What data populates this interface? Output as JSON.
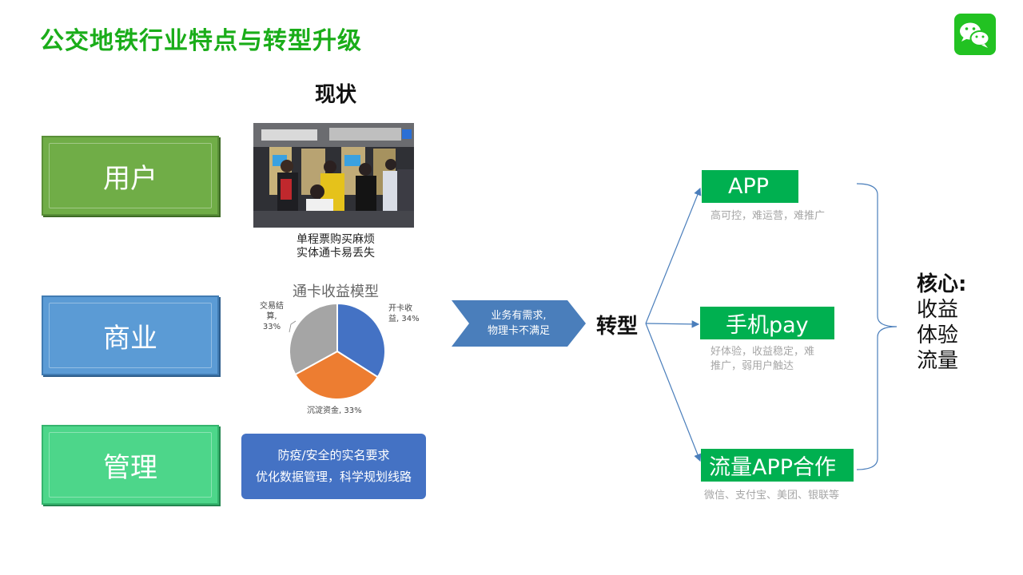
{
  "title": "公交地铁行业特点与转型升级",
  "logo": {
    "icon": "wechat-icon",
    "color": "#22c222"
  },
  "status_heading": "现状",
  "categories": [
    {
      "label": "用户",
      "color": "#70ad47"
    },
    {
      "label": "商业",
      "color": "#5b9bd5"
    },
    {
      "label": "管理",
      "color": "#4dd68a"
    }
  ],
  "photo_caption": {
    "line1": "单程票购买麻烦",
    "line2": "实体通卡易丢失"
  },
  "chart_data": {
    "type": "pie",
    "title": "通卡收益模型",
    "slices": [
      {
        "label_line1": "开卡收",
        "label_line2": "益, 34%",
        "value": 34,
        "color": "#4472c4"
      },
      {
        "label_line1": "沉淀资金, 33%",
        "label_line2": "",
        "value": 33,
        "color": "#ed7d31"
      },
      {
        "label_line1": "交易结",
        "label_line2": "算,",
        "label_line3": "33%",
        "value": 33,
        "color": "#a5a5a5"
      }
    ]
  },
  "requirements": {
    "line1": "防疫/安全的实名要求",
    "line2": "优化数据管理，科学规划线路"
  },
  "arrow_note": {
    "line1": "业务有需求,",
    "line2": "物理卡不满足",
    "color": "#4a7ebb"
  },
  "transform_label": "转型",
  "options": [
    {
      "label": "APP",
      "desc_line1": "高可控，难运营，难推广",
      "desc_line2": ""
    },
    {
      "label": "手机pay",
      "desc_line1": "好体验，收益稳定，难",
      "desc_line2": "推广，弱用户触达"
    },
    {
      "label": "流量APP合作",
      "desc_line1": "微信、支付宝、美团、银联等",
      "desc_line2": ""
    }
  ],
  "core": {
    "heading": "核心:",
    "items": [
      "收益",
      "体验",
      "流量"
    ]
  }
}
